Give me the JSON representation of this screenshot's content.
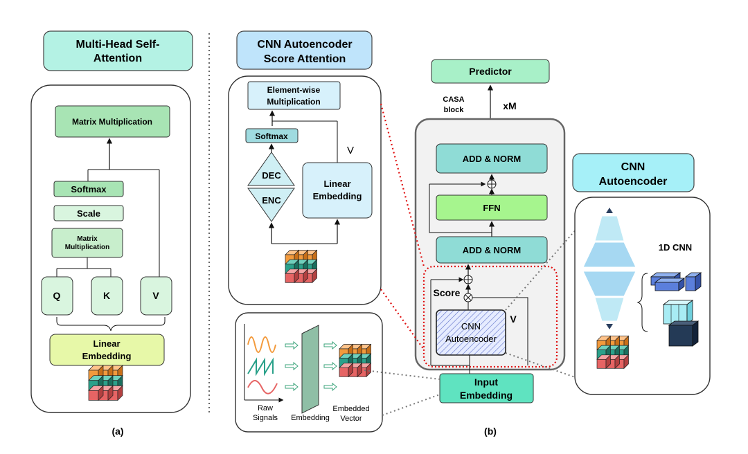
{
  "panel_a": {
    "header": [
      "Multi-Head Self-",
      "Attention"
    ],
    "matmul_top": "Matrix Multiplication",
    "softmax": "Softmax",
    "scale": "Scale",
    "matmul_small": [
      "Matrix",
      "Multiplication"
    ],
    "q": "Q",
    "k": "K",
    "v": "V",
    "linear_embedding": [
      "Linear",
      "Embedding"
    ],
    "caption": "(a)"
  },
  "panel_casa": {
    "header": [
      "CNN Autoencoder",
      "Score Attention"
    ],
    "elementwise": [
      "Element-wise",
      "Multiplication"
    ],
    "softmax": "Softmax",
    "dec": "DEC",
    "enc": "ENC",
    "v": "V",
    "linear_embedding": [
      "Linear",
      "Embedding"
    ]
  },
  "panel_embed": {
    "raw_signals": [
      "Raw",
      "Signals"
    ],
    "embedding": "Embedding",
    "embedded_vector": [
      "Embedded",
      "Vector"
    ]
  },
  "panel_b": {
    "predictor": "Predictor",
    "casa_block": [
      "CASA",
      "block"
    ],
    "xm": "xM",
    "add_norm_top": "ADD & NORM",
    "ffn": "FFN",
    "add_norm_bottom": "ADD & NORM",
    "score": "Score",
    "cnn_autoencoder": [
      "CNN",
      "Autoencoder"
    ],
    "v": "V",
    "input_embedding": [
      "Input",
      "Embedding"
    ],
    "caption": "(b)"
  },
  "panel_cnn": {
    "header": [
      "CNN",
      "Autoencoder"
    ],
    "label_1d": "1D CNN"
  },
  "colors": {
    "mint_header": "#b4f2e4",
    "blue_header": "#bfe4fb",
    "cyan_header": "#a6f0f8",
    "green_box": "#a8e4b4",
    "teal_box": "#8fdcd6",
    "ffn_green": "#a6f58e",
    "input_green": "#5fe3c0",
    "linear_yellow": "#e7f8a8",
    "light_blue": "#d7f1fb",
    "casa_bg": "#f2f2f2",
    "red_dotted": "#e01010",
    "cube_orange": "#f39a3c",
    "cube_teal": "#2aa18a",
    "cube_red": "#e66464"
  }
}
